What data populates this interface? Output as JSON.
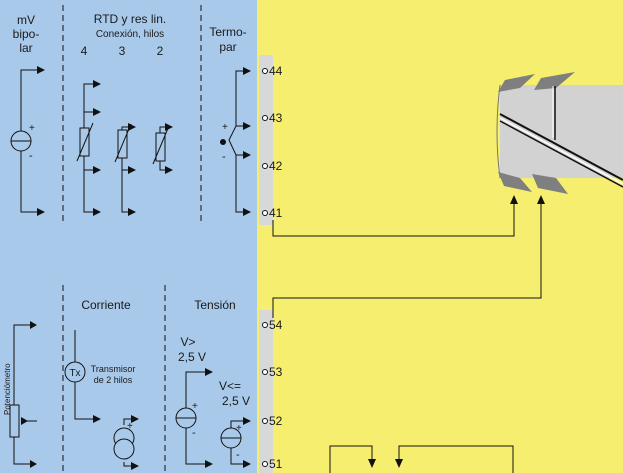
{
  "colors": {
    "input_panel": "#a9c9ea",
    "device_body": "#f6ee6f",
    "terminal_strip": "#d8d8d8",
    "connector": "#d2d2d2",
    "connector_fin": "#7f7f7f",
    "line": "#111111"
  },
  "top_section": {
    "mv_label_1": "mV",
    "mv_label_2": "bipo-",
    "mv_label_3": "lar",
    "rtd_title": "RTD y res lin.",
    "rtd_subtitle": "Conexión, hilos",
    "wires_4": "4",
    "wires_3": "3",
    "wires_2": "2",
    "thermo_label_1": "Termo-",
    "thermo_label_2": "par",
    "plus": "+",
    "minus": "-"
  },
  "bottom_section": {
    "potentiometer": "Potenciómetro",
    "current_title": "Corriente",
    "voltage_title": "Tensión",
    "tx_symbol": "Tx",
    "transmitter_1": "Transmisor",
    "transmitter_2": "de 2 hilos",
    "v_gt": "V>",
    "v_gt_value": "2,5 V",
    "v_le": "V<=",
    "v_le_value": "2,5 V",
    "plus": "+",
    "minus": "-"
  },
  "terminals": [
    "44",
    "43",
    "42",
    "41",
    "54",
    "53",
    "52",
    "51"
  ]
}
